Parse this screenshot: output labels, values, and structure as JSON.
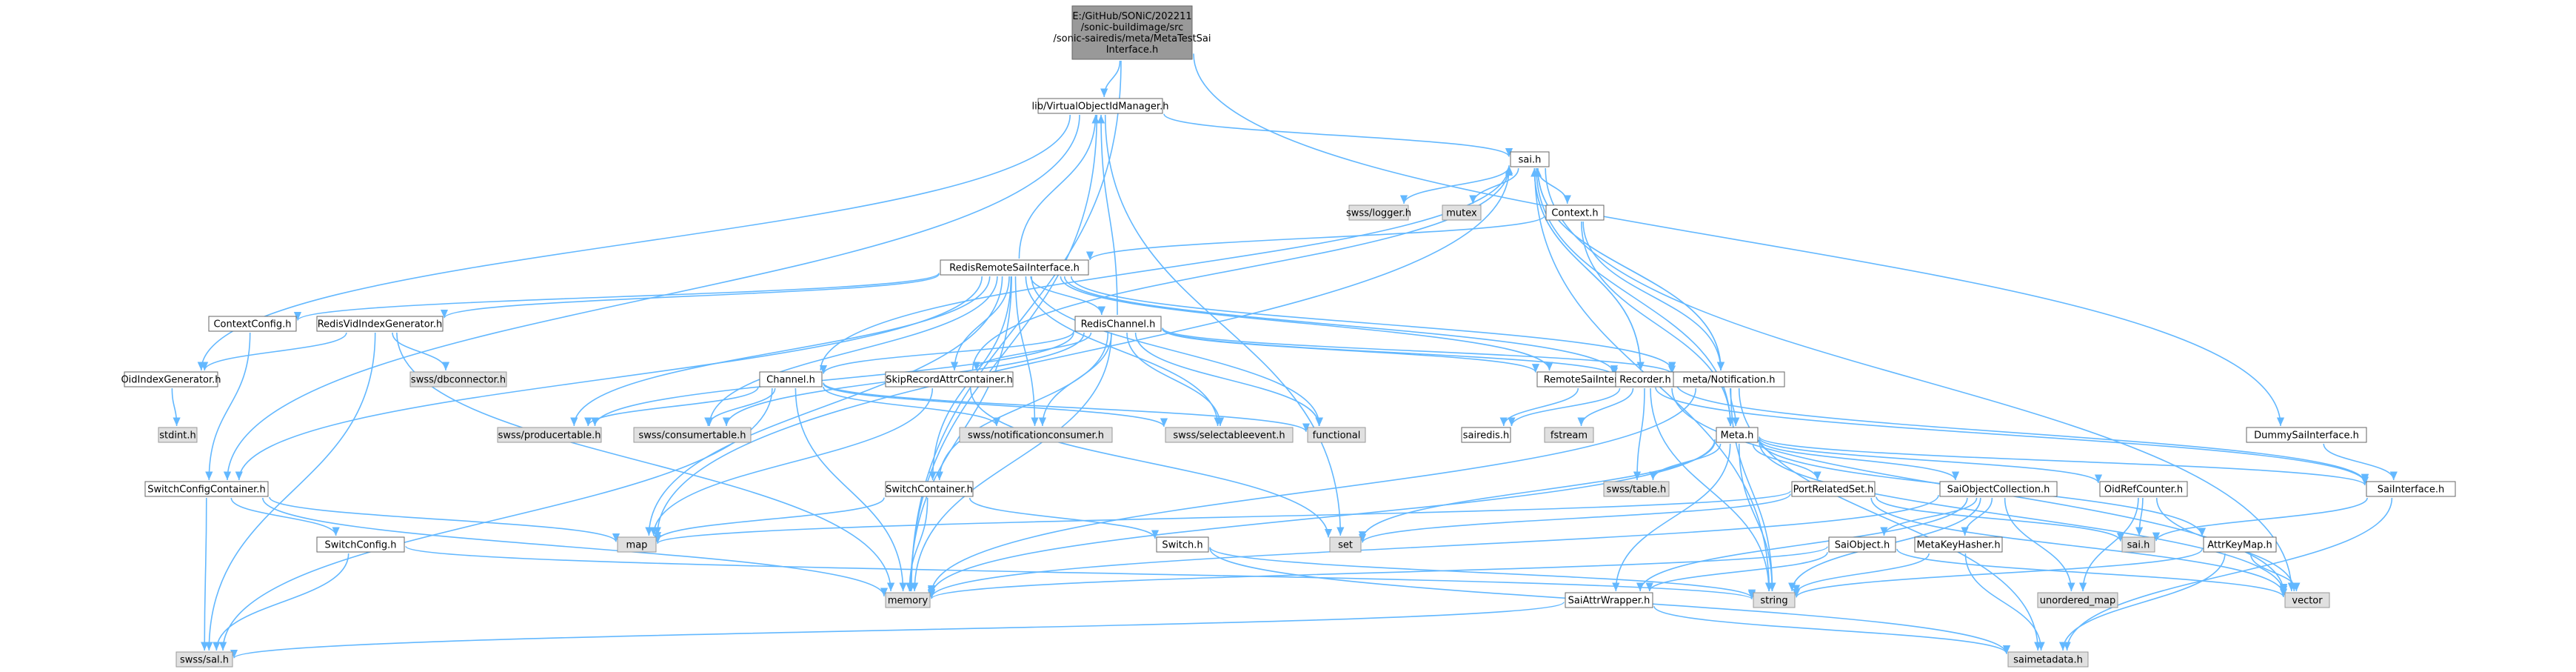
{
  "colors": {
    "edge": "#63b8ff",
    "root_fill": "#999999",
    "header_fill": "#ffffff",
    "library_fill": "#e0e0e0",
    "border": "#666666"
  },
  "diagram": {
    "type": "include-dependency-graph",
    "nodes": [
      {
        "id": "root",
        "kind": "root",
        "lines": [
          "E:/GitHub/SONiC/202211",
          "/sonic-buildimage/src",
          "/sonic-sairedis/meta/MetaTestSai",
          "Interface.h"
        ]
      },
      {
        "id": "vidm",
        "kind": "hdr",
        "lines": [
          "lib/VirtualObjectIdManager.h"
        ]
      },
      {
        "id": "saih",
        "kind": "hdr",
        "lines": [
          "sai.h"
        ]
      },
      {
        "id": "swsslogger",
        "kind": "lib",
        "lines": [
          "swss/logger.h"
        ]
      },
      {
        "id": "mutex",
        "kind": "lib",
        "lines": [
          "mutex"
        ]
      },
      {
        "id": "context",
        "kind": "hdr",
        "lines": [
          "Context.h"
        ]
      },
      {
        "id": "rrsi",
        "kind": "hdr",
        "lines": [
          "RedisRemoteSaiInterface.h"
        ]
      },
      {
        "id": "ctxcfg",
        "kind": "hdr",
        "lines": [
          "ContextConfig.h"
        ]
      },
      {
        "id": "rvig",
        "kind": "hdr",
        "lines": [
          "RedisVidIndexGenerator.h"
        ]
      },
      {
        "id": "dbconn",
        "kind": "lib",
        "lines": [
          "swss/dbconnector.h"
        ]
      },
      {
        "id": "oig",
        "kind": "hdr",
        "lines": [
          "OidIndexGenerator.h"
        ]
      },
      {
        "id": "stdint",
        "kind": "lib",
        "lines": [
          "stdint.h"
        ]
      },
      {
        "id": "rchannel",
        "kind": "hdr",
        "lines": [
          "RedisChannel.h"
        ]
      },
      {
        "id": "channel",
        "kind": "hdr",
        "lines": [
          "Channel.h"
        ]
      },
      {
        "id": "skiprec",
        "kind": "hdr",
        "lines": [
          "SkipRecordAttrContainer.h"
        ]
      },
      {
        "id": "prodtbl",
        "kind": "lib",
        "lines": [
          "swss/producertable.h"
        ]
      },
      {
        "id": "constbl",
        "kind": "lib",
        "lines": [
          "swss/consumertable.h"
        ]
      },
      {
        "id": "notifcons",
        "kind": "lib",
        "lines": [
          "swss/notificationconsumer.h"
        ]
      },
      {
        "id": "selev",
        "kind": "lib",
        "lines": [
          "swss/selectableevent.h"
        ]
      },
      {
        "id": "functional",
        "kind": "lib",
        "lines": [
          "functional"
        ]
      },
      {
        "id": "remotesai",
        "kind": "hdr",
        "lines": [
          "RemoteSaiInterface.h"
        ]
      },
      {
        "id": "recorder",
        "kind": "hdr",
        "lines": [
          "Recorder.h"
        ]
      },
      {
        "id": "metanotif",
        "kind": "hdr",
        "lines": [
          "meta/Notification.h"
        ]
      },
      {
        "id": "sairedis",
        "kind": "hdr",
        "lines": [
          "sairedis.h"
        ]
      },
      {
        "id": "fstream",
        "kind": "lib",
        "lines": [
          "fstream"
        ]
      },
      {
        "id": "meta",
        "kind": "hdr",
        "lines": [
          "Meta.h"
        ]
      },
      {
        "id": "swsstable",
        "kind": "lib",
        "lines": [
          "swss/table.h"
        ]
      },
      {
        "id": "portrel",
        "kind": "hdr",
        "lines": [
          "PortRelatedSet.h"
        ]
      },
      {
        "id": "saiobjcol",
        "kind": "hdr",
        "lines": [
          "SaiObjectCollection.h"
        ]
      },
      {
        "id": "oidref",
        "kind": "hdr",
        "lines": [
          "OidRefCounter.h"
        ]
      },
      {
        "id": "dummysai",
        "kind": "hdr",
        "lines": [
          "DummySaiInterface.h"
        ]
      },
      {
        "id": "saiinterface",
        "kind": "hdr",
        "lines": [
          "SaiInterface.h"
        ]
      },
      {
        "id": "switchcfgc",
        "kind": "hdr",
        "lines": [
          "SwitchConfigContainer.h"
        ]
      },
      {
        "id": "switchcfg",
        "kind": "hdr",
        "lines": [
          "SwitchConfig.h"
        ]
      },
      {
        "id": "switchcont",
        "kind": "hdr",
        "lines": [
          "SwitchContainer.h"
        ]
      },
      {
        "id": "switchh",
        "kind": "hdr",
        "lines": [
          "Switch.h"
        ]
      },
      {
        "id": "saiobject",
        "kind": "hdr",
        "lines": [
          "SaiObject.h"
        ]
      },
      {
        "id": "mkhasher",
        "kind": "hdr",
        "lines": [
          "MetaKeyHasher.h"
        ]
      },
      {
        "id": "attrkeymap",
        "kind": "hdr",
        "lines": [
          "AttrKeyMap.h"
        ]
      },
      {
        "id": "saiattrw",
        "kind": "hdr",
        "lines": [
          "SaiAttrWrapper.h"
        ]
      },
      {
        "id": "map",
        "kind": "lib",
        "lines": [
          "map"
        ]
      },
      {
        "id": "set",
        "kind": "lib",
        "lines": [
          "set"
        ]
      },
      {
        "id": "memory",
        "kind": "lib",
        "lines": [
          "memory"
        ]
      },
      {
        "id": "string",
        "kind": "lib",
        "lines": [
          "string"
        ]
      },
      {
        "id": "sai_h",
        "kind": "lib",
        "lines": [
          "sai.h"
        ]
      },
      {
        "id": "umap",
        "kind": "lib",
        "lines": [
          "unordered_map"
        ]
      },
      {
        "id": "vector",
        "kind": "lib",
        "lines": [
          "vector"
        ]
      },
      {
        "id": "swsssal",
        "kind": "lib",
        "lines": [
          "swss/sal.h"
        ]
      },
      {
        "id": "saimeta",
        "kind": "lib",
        "lines": [
          "saimetadata.h"
        ]
      }
    ],
    "edges": [
      [
        "root",
        "vidm"
      ],
      [
        "root",
        "memory"
      ],
      [
        "root",
        "dummysai"
      ],
      [
        "vidm",
        "saih"
      ],
      [
        "vidm",
        "oig"
      ],
      [
        "vidm",
        "switchcfgc"
      ],
      [
        "vidm",
        "memory"
      ],
      [
        "vidm",
        "set"
      ],
      [
        "saih",
        "swsslogger"
      ],
      [
        "saih",
        "mutex"
      ],
      [
        "saih",
        "context"
      ],
      [
        "saih",
        "recorder"
      ],
      [
        "saih",
        "meta"
      ],
      [
        "saih",
        "metanotif"
      ],
      [
        "saih",
        "vector"
      ],
      [
        "saih",
        "string"
      ],
      [
        "saih",
        "map"
      ],
      [
        "context",
        "rrsi"
      ],
      [
        "context",
        "metanotif"
      ],
      [
        "context",
        "meta"
      ],
      [
        "rrsi",
        "ctxcfg"
      ],
      [
        "rrsi",
        "rvig"
      ],
      [
        "rrsi",
        "rchannel"
      ],
      [
        "rrsi",
        "skiprec"
      ],
      [
        "rrsi",
        "remotesai"
      ],
      [
        "rrsi",
        "recorder"
      ],
      [
        "rrsi",
        "metanotif"
      ],
      [
        "rrsi",
        "switchcont"
      ],
      [
        "rrsi",
        "prodtbl"
      ],
      [
        "rrsi",
        "constbl"
      ],
      [
        "rrsi",
        "notifcons"
      ],
      [
        "rrsi",
        "selev"
      ],
      [
        "rrsi",
        "functional"
      ],
      [
        "rrsi",
        "map"
      ],
      [
        "rrsi",
        "memory"
      ],
      [
        "rrsi",
        "vidm"
      ],
      [
        "rrsi",
        "switchcfgc"
      ],
      [
        "ctxcfg",
        "switchcfgc"
      ],
      [
        "rvig",
        "oig"
      ],
      [
        "rvig",
        "dbconn"
      ],
      [
        "rvig",
        "swsssal"
      ],
      [
        "rvig",
        "memory"
      ],
      [
        "oig",
        "stdint"
      ],
      [
        "rchannel",
        "channel"
      ],
      [
        "rchannel",
        "skiprec"
      ],
      [
        "rchannel",
        "remotesai"
      ],
      [
        "rchannel",
        "recorder"
      ],
      [
        "rchannel",
        "metanotif"
      ],
      [
        "rchannel",
        "prodtbl"
      ],
      [
        "rchannel",
        "constbl"
      ],
      [
        "rchannel",
        "notifcons"
      ],
      [
        "rchannel",
        "selev"
      ],
      [
        "rchannel",
        "functional"
      ],
      [
        "rchannel",
        "memory"
      ],
      [
        "rchannel",
        "vidm"
      ],
      [
        "rchannel",
        "switchcont"
      ],
      [
        "channel",
        "saih"
      ],
      [
        "channel",
        "prodtbl"
      ],
      [
        "channel",
        "constbl"
      ],
      [
        "channel",
        "notifcons"
      ],
      [
        "channel",
        "selev"
      ],
      [
        "channel",
        "functional"
      ],
      [
        "channel",
        "memory"
      ],
      [
        "channel",
        "swsssal"
      ],
      [
        "skiprec",
        "saih"
      ],
      [
        "skiprec",
        "map"
      ],
      [
        "skiprec",
        "set"
      ],
      [
        "remotesai",
        "saiinterface"
      ],
      [
        "remotesai",
        "sairedis"
      ],
      [
        "recorder",
        "saih"
      ],
      [
        "recorder",
        "swsstable"
      ],
      [
        "recorder",
        "saiinterface"
      ],
      [
        "recorder",
        "fstream"
      ],
      [
        "recorder",
        "string"
      ],
      [
        "recorder",
        "vector"
      ],
      [
        "recorder",
        "sairedis"
      ],
      [
        "metanotif",
        "saih"
      ],
      [
        "metanotif",
        "string"
      ],
      [
        "metanotif",
        "memory"
      ],
      [
        "metanotif",
        "meta"
      ],
      [
        "metanotif",
        "saimeta"
      ],
      [
        "meta",
        "saiinterface"
      ],
      [
        "meta",
        "swsstable"
      ],
      [
        "meta",
        "portrel"
      ],
      [
        "meta",
        "saiobjcol"
      ],
      [
        "meta",
        "oidref"
      ],
      [
        "meta",
        "attrkeymap"
      ],
      [
        "meta",
        "saiattrw"
      ],
      [
        "meta",
        "memory"
      ],
      [
        "meta",
        "set"
      ],
      [
        "meta",
        "string"
      ],
      [
        "meta",
        "vector"
      ],
      [
        "portrel",
        "sai_h"
      ],
      [
        "portrel",
        "map"
      ],
      [
        "portrel",
        "vector"
      ],
      [
        "portrel",
        "set"
      ],
      [
        "saiobjcol",
        "saiobject"
      ],
      [
        "saiobjcol",
        "mkhasher"
      ],
      [
        "saiobjcol",
        "saiattrw"
      ],
      [
        "saiobjcol",
        "umap"
      ],
      [
        "saiobjcol",
        "memory"
      ],
      [
        "saiobjcol",
        "string"
      ],
      [
        "oidref",
        "sai_h"
      ],
      [
        "oidref",
        "umap"
      ],
      [
        "oidref",
        "vector"
      ],
      [
        "dummysai",
        "saiinterface"
      ],
      [
        "saiinterface",
        "sai_h"
      ],
      [
        "saiinterface",
        "saimeta"
      ],
      [
        "switchcfgc",
        "switchcfg"
      ],
      [
        "switchcfgc",
        "map"
      ],
      [
        "switchcfgc",
        "memory"
      ],
      [
        "switchcfgc",
        "swsssal"
      ],
      [
        "switchcfg",
        "swsssal"
      ],
      [
        "switchcfg",
        "string"
      ],
      [
        "switchcont",
        "switchh"
      ],
      [
        "switchcont",
        "map"
      ],
      [
        "switchcont",
        "memory"
      ],
      [
        "switchh",
        "saimeta"
      ],
      [
        "switchh",
        "string"
      ],
      [
        "saiobject",
        "saiattrw"
      ],
      [
        "saiobject",
        "memory"
      ],
      [
        "saiobject",
        "vector"
      ],
      [
        "mkhasher",
        "saimeta"
      ],
      [
        "mkhasher",
        "string"
      ],
      [
        "attrkeymap",
        "saimeta"
      ],
      [
        "attrkeymap",
        "string"
      ],
      [
        "attrkeymap",
        "vector"
      ],
      [
        "saiattrw",
        "saimeta"
      ],
      [
        "saiattrw",
        "swsssal"
      ]
    ]
  }
}
